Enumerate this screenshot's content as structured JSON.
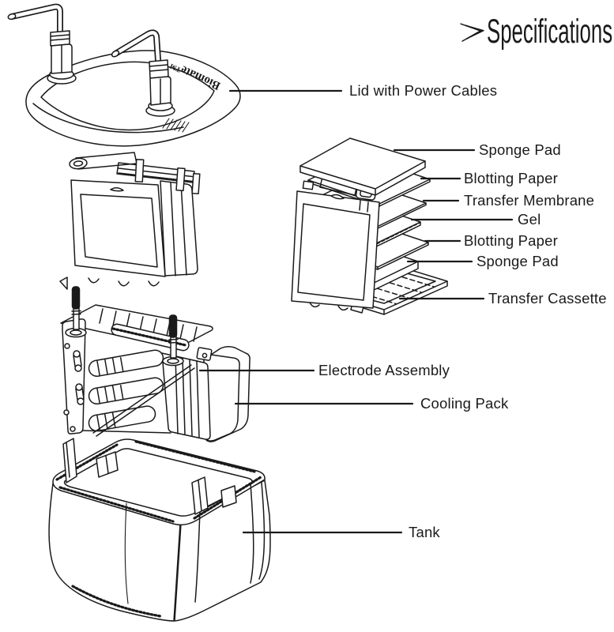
{
  "header": {
    "icon": "triple-chevron-right-icon",
    "title": "Specifications"
  },
  "diagram": {
    "brand_text": "Biomate™",
    "callouts": {
      "lid": "Lid with Power Cables",
      "sponge_pad_top": "Sponge Pad",
      "blotting_paper_top": "Blotting Paper",
      "transfer_membrane": "Transfer Membrane",
      "gel": "Gel",
      "blotting_paper_bottom": "Blotting Paper",
      "sponge_pad_bottom": "Sponge Pad",
      "transfer_cassette": "Transfer Cassette",
      "electrode_assembly": "Electrode Assembly",
      "cooling_pack": "Cooling Pack",
      "tank": "Tank"
    },
    "colors": {
      "line": "#1a1a1a",
      "background": "#ffffff"
    }
  }
}
